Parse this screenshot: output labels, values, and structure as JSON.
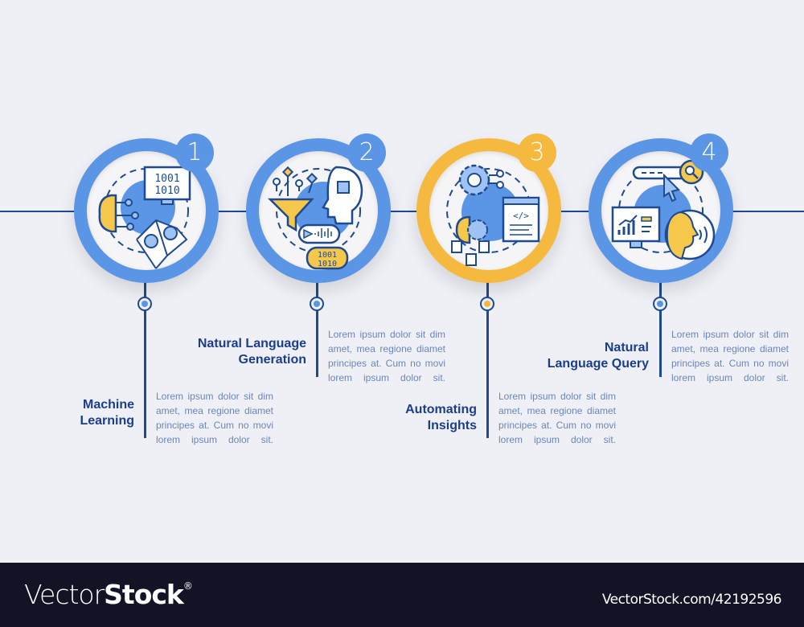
{
  "infographic": {
    "steps": [
      {
        "number": "1",
        "title_line1": "Machine",
        "title_line2": "Learning",
        "description": "Lorem ipsum dolor sit dim amet, mea regione diamet principes at. Cum no movi lorem ipsum dolor sit.",
        "icon": "machine-learning-icon",
        "ring_color": "#5b95e6",
        "dot_color": "#5b95e6"
      },
      {
        "number": "2",
        "title_line1": "Natural Language",
        "title_line2": "Generation",
        "description": "Lorem ipsum dolor sit dim amet, mea regione diamet principes at. Cum no movi lorem ipsum dolor sit.",
        "icon": "language-generation-icon",
        "ring_color": "#5b95e6",
        "dot_color": "#5b95e6"
      },
      {
        "number": "3",
        "title_line1": "Automating",
        "title_line2": "Insights",
        "description": "Lorem ipsum dolor sit dim amet, mea regione diamet principes at. Cum no movi lorem ipsum dolor sit.",
        "icon": "automating-insights-icon",
        "ring_color": "#f5b940",
        "dot_color": "#f5b940"
      },
      {
        "number": "4",
        "title_line1": "Natural",
        "title_line2": "Language Query",
        "description": "Lorem ipsum dolor sit dim amet, mea regione diamet principes at. Cum no movi lorem ipsum dolor sit.",
        "icon": "language-query-icon",
        "ring_color": "#5b95e6",
        "dot_color": "#5b95e6"
      }
    ],
    "colors": {
      "navy": "#1f4a8f",
      "title": "#1b3d8a",
      "text": "#6b85ba",
      "background": "#eef0f6",
      "blue": "#5b95e6",
      "yellow": "#f5b940"
    }
  },
  "footer": {
    "logo_light": "Vector",
    "logo_bold": "Stock",
    "logo_reg": "®",
    "reference": "VectorStock.com/42192596"
  }
}
